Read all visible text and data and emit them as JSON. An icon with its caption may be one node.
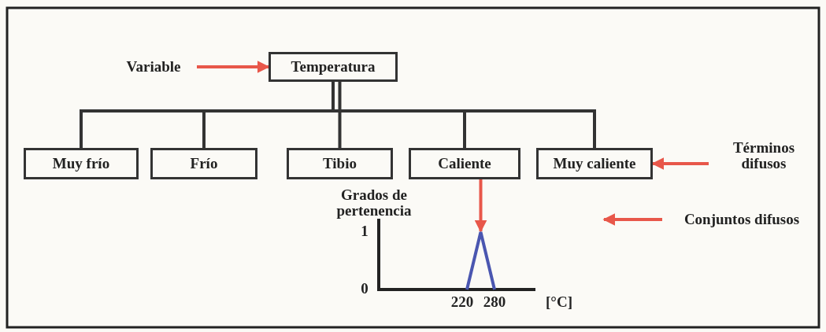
{
  "diagram": {
    "nodes": [
      {
        "text": [
          "Variable"
        ]
      },
      {
        "text": [
          "Temperatura"
        ]
      },
      {
        "text": [
          "Muy frío"
        ]
      },
      {
        "text": [
          "Frío"
        ]
      },
      {
        "text": [
          "Tibio"
        ]
      },
      {
        "text": [
          "Caliente"
        ]
      },
      {
        "text": [
          "Muy caliente"
        ]
      },
      {
        "text": [
          "Términos difusos"
        ]
      },
      {
        "text": [],
        "shape": "triangle"
      },
      {
        "text": [
          "Conjuntos difusos"
        ]
      }
    ],
    "edges": [
      {
        "from": 0,
        "to": 1,
        "arrow": "to",
        "color": "#e8574a"
      },
      {
        "from": 1,
        "to": 2,
        "arrow": "none"
      },
      {
        "from": 1,
        "to": 3,
        "arrow": "none"
      },
      {
        "from": 1,
        "to": 4,
        "arrow": "none"
      },
      {
        "from": 1,
        "to": 5,
        "arrow": "none"
      },
      {
        "from": 1,
        "to": 6,
        "arrow": "none"
      },
      {
        "from": 7,
        "to": 6,
        "arrow": "to",
        "color": "#e8574a"
      },
      {
        "from": 5,
        "to": 8,
        "arrow": "to",
        "color": "#e8574a"
      },
      {
        "from": 9,
        "to": null,
        "arrow": "to",
        "color": "#e8574a"
      }
    ],
    "labels": [
      "Grados de pertenencia",
      "1",
      "0",
      "220",
      "280",
      "[°C]"
    ]
  }
}
